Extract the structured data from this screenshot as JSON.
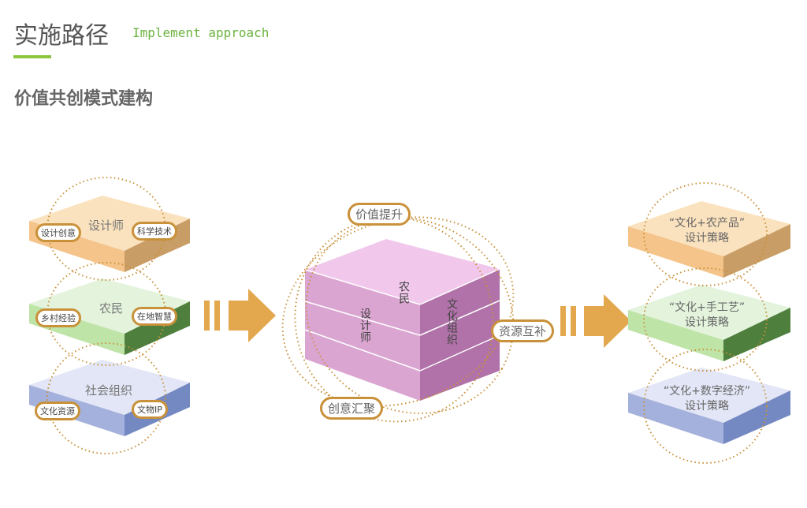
{
  "header": {
    "title": "实施路径",
    "subtitle_en": "Implement approach",
    "section_title": "价值共创模式建构"
  },
  "left_layers": [
    {
      "label": "设计师",
      "tags": [
        "设计创意",
        "科学技术"
      ]
    },
    {
      "label": "农民",
      "tags": [
        "乡村经验",
        "在地智慧"
      ]
    },
    {
      "label": "社会组织",
      "tags": [
        "文化资源",
        "文物IP"
      ]
    }
  ],
  "cube": {
    "faces": [
      "农民",
      "设计师",
      "文化组织"
    ],
    "tags": [
      "价值提升",
      "资源互补",
      "创意汇聚"
    ]
  },
  "right_layers": [
    {
      "line1": "“文化+农产品”",
      "line2": "设计策略"
    },
    {
      "line1": "“文化+手工艺”",
      "line2": "设计策略"
    },
    {
      "line1": "“文化+数字经济”",
      "line2": "设计策略"
    }
  ],
  "colors": {
    "accent": "#8cc63f",
    "arrow": "#e3a84e",
    "dots": "#c9913a"
  }
}
